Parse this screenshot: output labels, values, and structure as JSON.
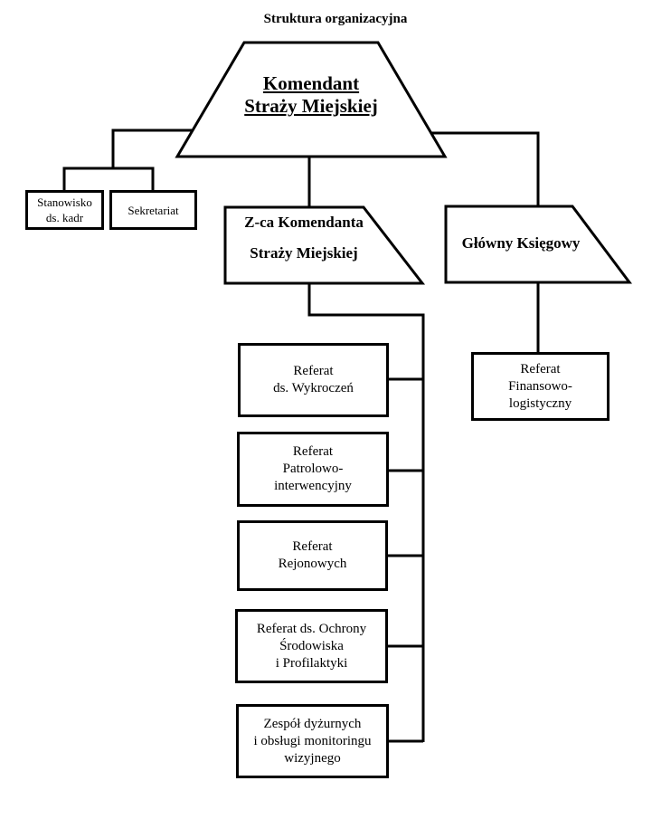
{
  "title": "Struktura organizacyjna",
  "nodes": {
    "komendant": {
      "line1": "Komendant",
      "line2": "Straży Miejskiej"
    },
    "stanowisko_kadr": {
      "line1": "Stanowisko",
      "line2": "ds. kadr"
    },
    "sekretariat": {
      "line1": "Sekretariat"
    },
    "zastepca": {
      "line1": "Z-ca Komendanta",
      "line2": "Straży Miejskiej"
    },
    "glowny_ksiegowy": {
      "line1": "Główny Księgowy"
    },
    "referat_finansowo": {
      "line1": "Referat",
      "line2": "Finansowo-",
      "line3": "logistyczny"
    },
    "referaty": [
      {
        "line1": "Referat",
        "line2": "ds. Wykroczeń",
        "line3": ""
      },
      {
        "line1": "Referat",
        "line2": "Patrolowo-",
        "line3": "interwencyjny"
      },
      {
        "line1": "Referat",
        "line2": "Rejonowych",
        "line3": ""
      },
      {
        "line1": "Referat ds. Ochrony",
        "line2": "Środowiska",
        "line3": "i Profilaktyki"
      },
      {
        "line1": "Zespół dyżurnych",
        "line2": "i obsługi monitoringu",
        "line3": "wizyjnego"
      }
    ]
  }
}
